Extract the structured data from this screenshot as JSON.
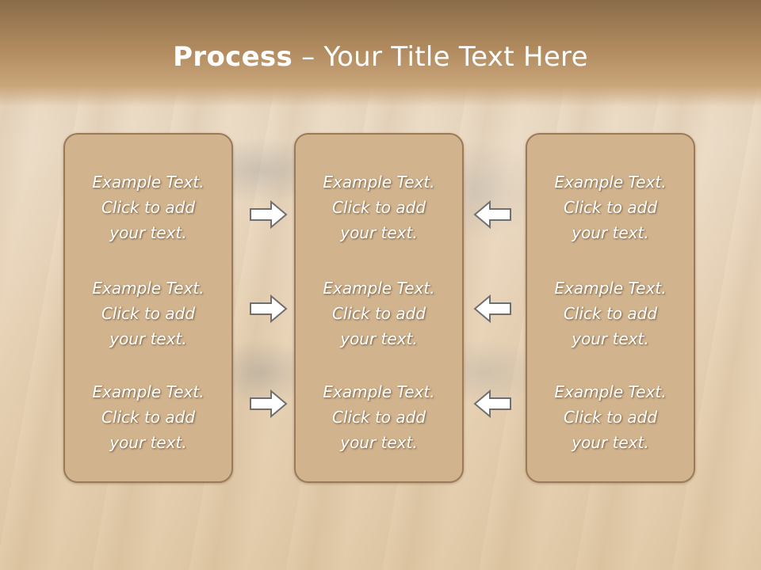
{
  "title": {
    "bold": "Process",
    "rest": " – Your Title Text Here"
  },
  "columns": [
    {
      "items": [
        {
          "line1": "Example Text.",
          "line2": "Click  to add",
          "line3": "your text."
        },
        {
          "line1": "Example Text.",
          "line2": "Click  to add",
          "line3": "your text."
        },
        {
          "line1": "Example Text.",
          "line2": "Click  to add",
          "line3": "your text."
        }
      ]
    },
    {
      "items": [
        {
          "line1": "Example Text.",
          "line2": "Click  to add",
          "line3": "your text."
        },
        {
          "line1": "Example Text.",
          "line2": "Click  to add",
          "line3": "your text."
        },
        {
          "line1": "Example Text.",
          "line2": "Click  to add",
          "line3": "your text."
        }
      ]
    },
    {
      "items": [
        {
          "line1": "Example Text.",
          "line2": "Click  to add",
          "line3": "your text."
        },
        {
          "line1": "Example Text.",
          "line2": "Click  to add",
          "line3": "your text."
        },
        {
          "line1": "Example Text.",
          "line2": "Click  to add",
          "line3": "your text."
        }
      ]
    }
  ],
  "arrows": {
    "left_set": "arrow-right-icon",
    "right_set": "arrow-left-icon"
  },
  "colors": {
    "box_fill": "#d1b48e",
    "box_border": "#9b7b57",
    "title_band": "#b08a5e",
    "text": "#ffffff"
  }
}
